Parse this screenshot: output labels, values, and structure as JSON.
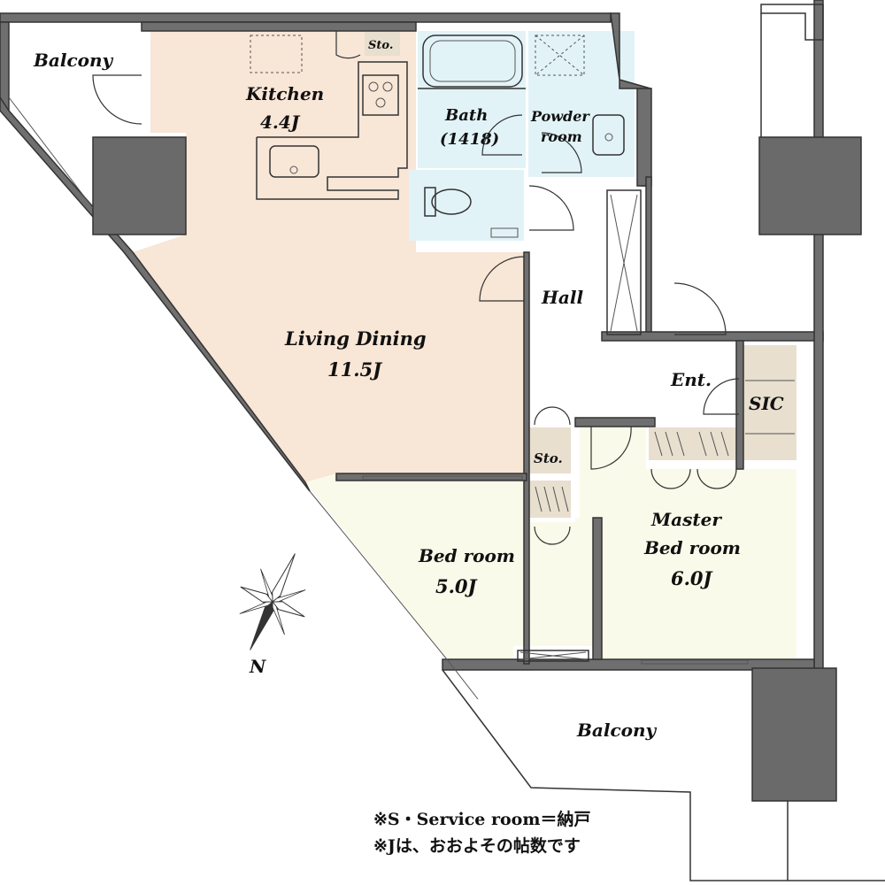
{
  "rooms": {
    "balcony_top": "Balcony",
    "kitchen_name": "Kitchen",
    "kitchen_size": "4.4J",
    "storage_kitchen": "Sto.",
    "bath_name": "Bath",
    "bath_size": "(1418)",
    "powder_line1": "Powder",
    "powder_line2": "room",
    "hall": "Hall",
    "living_name": "Living Dining",
    "living_size": "11.5J",
    "entrance": "Ent.",
    "sic": "SIC",
    "storage_hall": "Sto.",
    "bedroom_name": "Bed room",
    "bedroom_size": "5.0J",
    "master_line1": "Master",
    "master_line2": "Bed room",
    "master_size": "6.0J",
    "balcony_bottom": "Balcony"
  },
  "compass": {
    "label": "N"
  },
  "notes": {
    "line1": "※S・Service room＝納戸",
    "line2": "※Jは、おおよその帖数です"
  },
  "colors": {
    "living": "#f8e6d6",
    "bedroom": "#fafaea",
    "wet": "#e2f3f7",
    "storage": "#e8dfcf",
    "wall": "#6f6f6f"
  }
}
